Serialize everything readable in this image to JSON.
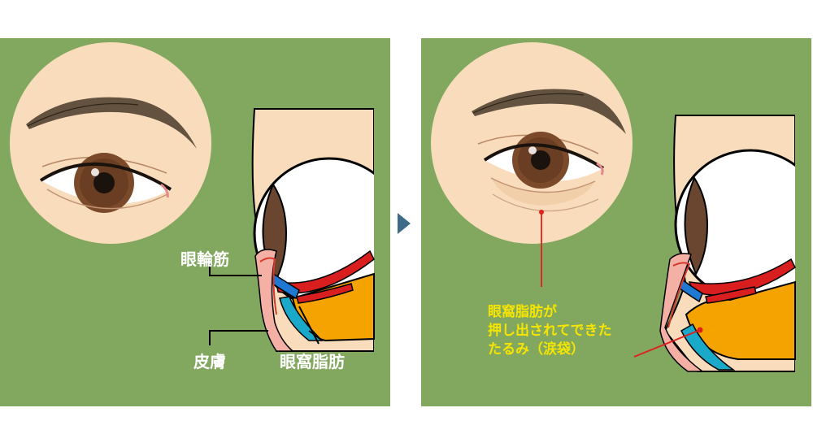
{
  "colors": {
    "panel_bg": "#82a75e",
    "skin": "#f8dcbb",
    "iris": "#7a4a2a",
    "fat": "#f5a300",
    "muscle": "#d81e1e",
    "fascia": "#1aa9c9",
    "arrow": "#3d6c88",
    "callout_text": "#f6e500",
    "callout_line": "#e0201e"
  },
  "left_panel": {
    "labels": {
      "orbicularis": "眼輪筋",
      "skin": "皮膚",
      "orbital_fat": "眼窩脂肪"
    }
  },
  "right_panel": {
    "callout_lines": [
      "眼窩脂肪が",
      "押し出されてできた",
      "たるみ（涙袋）"
    ]
  },
  "icons": {
    "transition_arrow": "arrow-right-icon"
  }
}
